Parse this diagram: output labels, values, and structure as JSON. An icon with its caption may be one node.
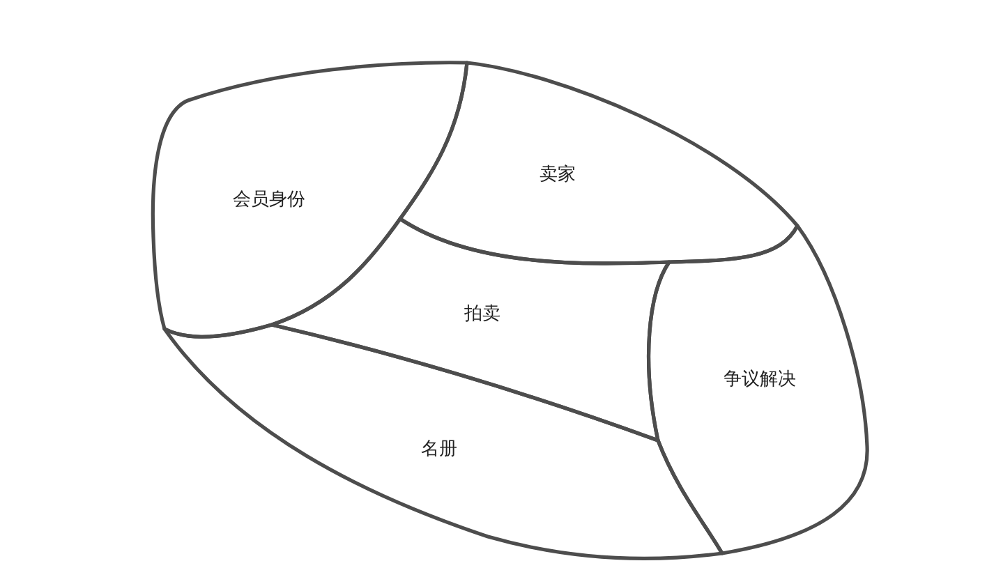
{
  "diagram": {
    "nodes": [
      {
        "text": [
          "会员身份"
        ]
      },
      {
        "text": [
          "卖家"
        ]
      },
      {
        "text": [
          "拍卖"
        ]
      },
      {
        "text": [
          "争议解决"
        ]
      },
      {
        "text": [
          "名册"
        ]
      }
    ]
  }
}
